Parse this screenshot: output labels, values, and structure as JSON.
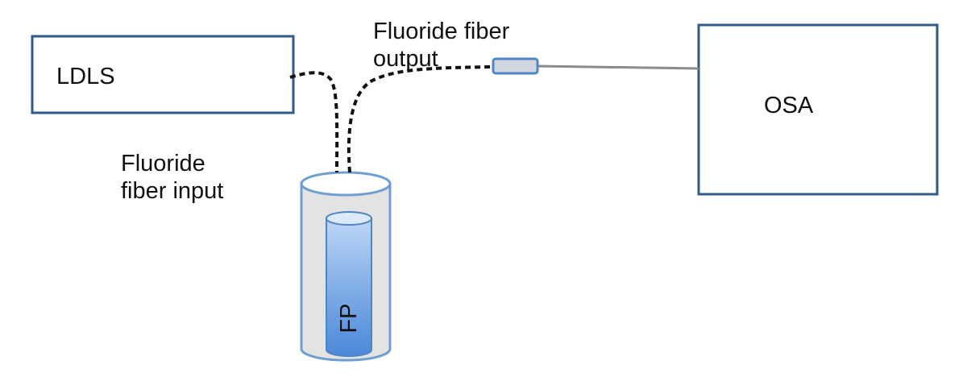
{
  "boxes": {
    "ldls": "LDLS",
    "osa": "OSA"
  },
  "labels": {
    "fiber_input_line1": "Fluoride",
    "fiber_input_line2": "fiber input",
    "fiber_output_line1": "Fluoride fiber",
    "fiber_output_line2": "output",
    "fp": "FP"
  },
  "colors": {
    "box_border": "#2f5b8c",
    "cylinder_outline": "#6f9fd0",
    "cylinder_fill": "#e3e3e3",
    "tube_top": "#b9d4f5",
    "tube_bottom": "#4a88d8",
    "fiber": "#111111",
    "connector_fill": "#d0d6dd",
    "connector_border": "#4f86c6",
    "gray_cable": "#8a8a8a"
  }
}
